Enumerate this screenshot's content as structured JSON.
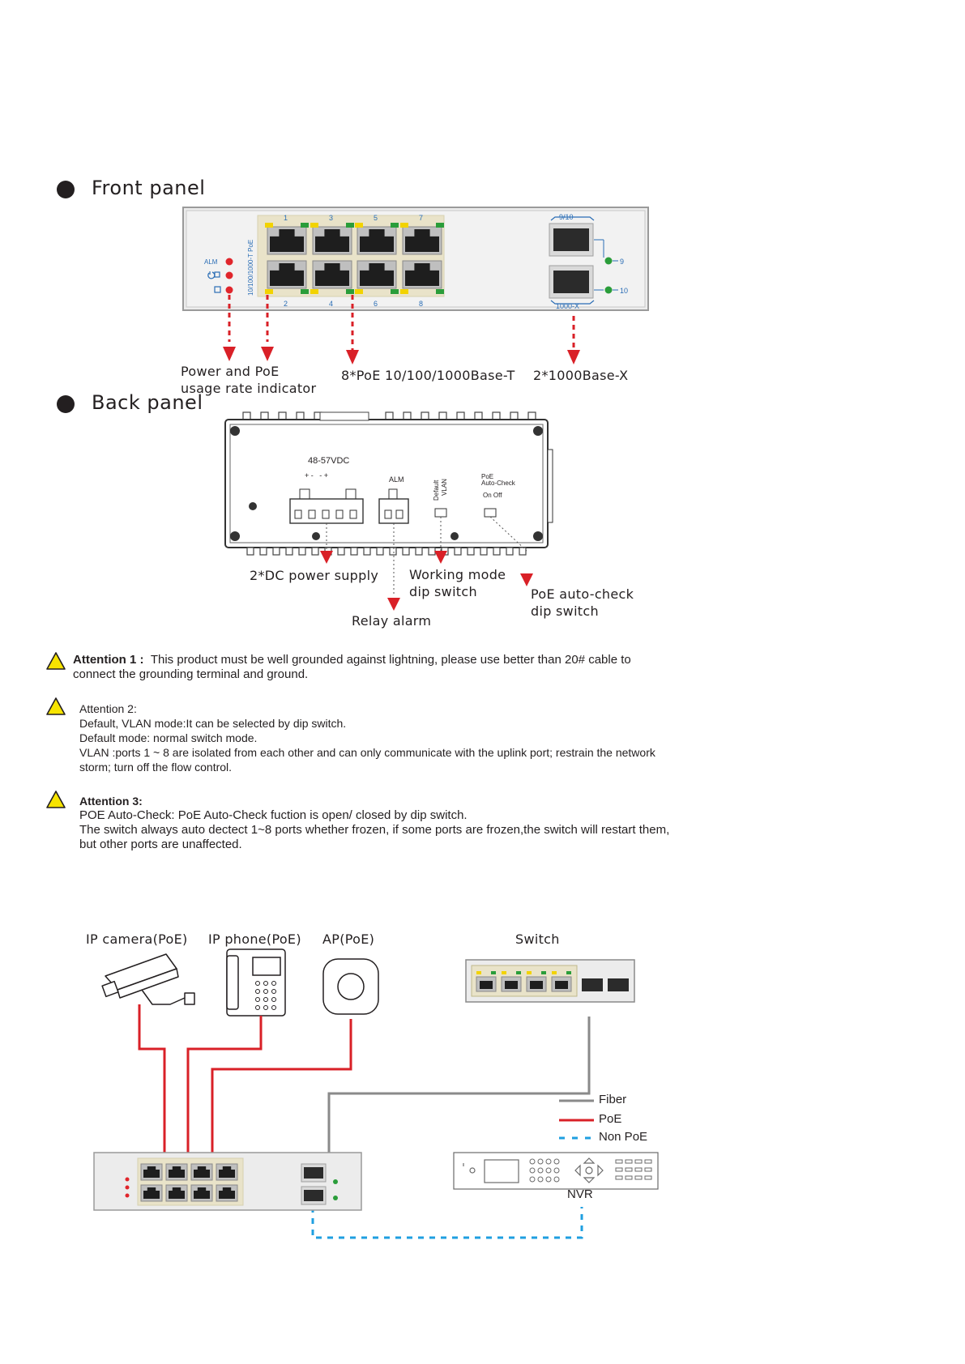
{
  "front_panel": {
    "title": "Front panel",
    "port_numbers_top": [
      "1",
      "3",
      "5",
      "7"
    ],
    "port_numbers_bottom": [
      "2",
      "4",
      "6",
      "8"
    ],
    "side_label": "10/100/1000-T PoE",
    "led_alm": "ALM",
    "sfp_top_label": "9/10",
    "sfp_bottom_label": "1000-X",
    "sfp_numbers": [
      "9",
      "10"
    ],
    "callouts": {
      "indicator": [
        "Power and PoE",
        "usage rate indicator"
      ],
      "poe_ports": "8*PoE 10/100/1000Base-T",
      "sfp_ports": "2*1000Base-X"
    }
  },
  "back_panel": {
    "title": "Back panel",
    "power_label": "48-57VDC",
    "power_polarity": "+ -   - +",
    "alm_label": "ALM",
    "dip_default": "Default",
    "dip_vlan": "VLAN",
    "poe_check_label": [
      "PoE",
      "Auto-Check"
    ],
    "on_off": "On Off",
    "callouts": {
      "dc": "2*DC power supply",
      "working_mode": [
        "Working mode",
        "dip switch"
      ],
      "relay": "Relay alarm",
      "poe_check": [
        "PoE auto-check",
        "dip switch"
      ]
    }
  },
  "attentions": [
    {
      "title": "Attention 1 :",
      "lines": [
        "This product must be well grounded against lightning, please use better than 20# cable to",
        "connect the grounding terminal and ground."
      ]
    },
    {
      "title": "Attention 2:",
      "lines": [
        "Default, VLAN mode:It can be selected by dip switch.",
        "Default mode: normal switch mode.",
        "VLAN :ports 1 ~ 8 are isolated from each other and can only communicate with the uplink port; restrain the network",
        "storm; turn off the flow control."
      ]
    },
    {
      "title": "Attention 3:",
      "lines": [
        "POE Auto-Check: PoE Auto-Check fuction is open/ closed by dip switch.",
        "The switch always auto dectect  1~8 ports  whether frozen, if some ports are frozen,the switch will restart them,",
        "but other ports are unaffected."
      ]
    }
  ],
  "topology": {
    "devices": {
      "camera": "IP camera(PoE)",
      "phone": "IP phone(PoE)",
      "ap": "AP(PoE)",
      "switch": "Switch",
      "nvr": "NVR"
    },
    "legend": [
      {
        "label": "Fiber",
        "color": "#8a8a8a"
      },
      {
        "label": "PoE",
        "color": "#d92027"
      },
      {
        "label": "Non PoE",
        "color": "#1f9fe0"
      }
    ]
  },
  "colors": {
    "callout_red": "#d92027",
    "led_red": "#e0252b",
    "led_green": "#2a9d3a",
    "led_yellow": "#f2d300",
    "port_blue": "#2a6db5"
  }
}
